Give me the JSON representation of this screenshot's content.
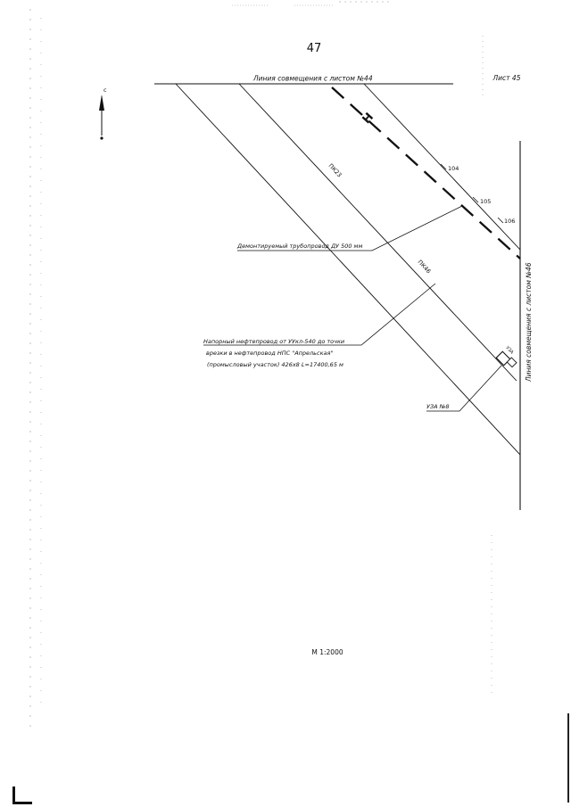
{
  "page_number": "47",
  "sheet_label": "Лист 45",
  "match_line_top": "Линия совмещения с листом №44",
  "match_line_right": "Линия совмещения с листом №46",
  "north_label": "с",
  "pipeline_marker": "Н",
  "pickets": [
    "104",
    "105",
    "106"
  ],
  "segment_labels": [
    "ПК23",
    "ПК46"
  ],
  "dismantled_pipeline": "Демонтируемый трубопровод ДУ 500 мм",
  "pressure_pipeline": {
    "line1": "Напорный нефтепровод от УУкл-540 до точки",
    "line2": "врезки в нефтепровод НПС \"Апрельская\"",
    "line3": "(промысловый участок) 426х8 L=17400,65 м"
  },
  "valve_unit": "УЗА №8",
  "valve_tag": "УЗА",
  "scale": "М 1:2000"
}
